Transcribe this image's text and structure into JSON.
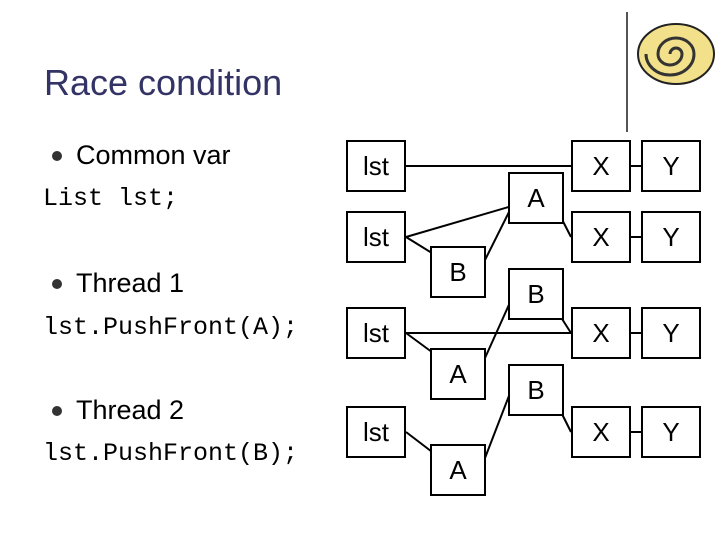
{
  "slide": {
    "title": "Race condition",
    "items": [
      {
        "heading": "Common var",
        "code": "List lst;"
      },
      {
        "heading": "Thread 1",
        "code": "lst.PushFront(A);"
      },
      {
        "heading": "Thread 2",
        "code": "lst.PushFront(B);"
      }
    ]
  },
  "diagram": {
    "rows": [
      {
        "head": "lst",
        "x": "X",
        "y": "Y"
      },
      {
        "head": "lst",
        "x": "X",
        "y": "Y"
      },
      {
        "head": "lst",
        "x": "X",
        "y": "Y"
      },
      {
        "head": "lst",
        "x": "X",
        "y": "Y"
      }
    ],
    "nodes": {
      "a1": "A",
      "b2": "B",
      "b2r": "B",
      "a3": "A",
      "b3r": "B",
      "a4": "A"
    }
  }
}
